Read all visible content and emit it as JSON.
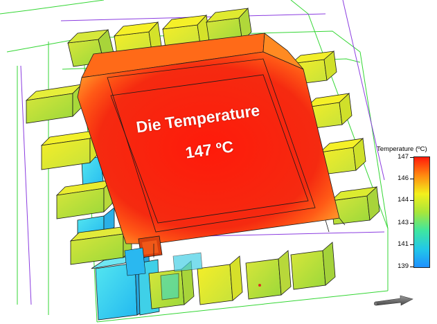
{
  "annotation": {
    "line1": "Die Temperature",
    "line2": "147 ºC"
  },
  "legend": {
    "title": "Temperature (ºC)",
    "min": 139,
    "max": 147,
    "ticks": [
      "147",
      "146",
      "144",
      "143",
      "141",
      "139"
    ],
    "colors": {
      "cold": "#1e90ff",
      "cool": "#22c8e8",
      "mid_cool": "#3fe6a0",
      "mid": "#a8e63a",
      "warm": "#f3f01c",
      "hot": "#ff8a10",
      "hottest": "#ff1a0a"
    }
  },
  "colors": {
    "die": "#f22a10",
    "die_edge": "#ff7a1e",
    "lead_hot": "#f0e820",
    "lead_mid": "#b8e23a",
    "lead_cool": "#3fd4e8",
    "wire_green": "#33d633",
    "wire_purple": "#8a3be0"
  }
}
